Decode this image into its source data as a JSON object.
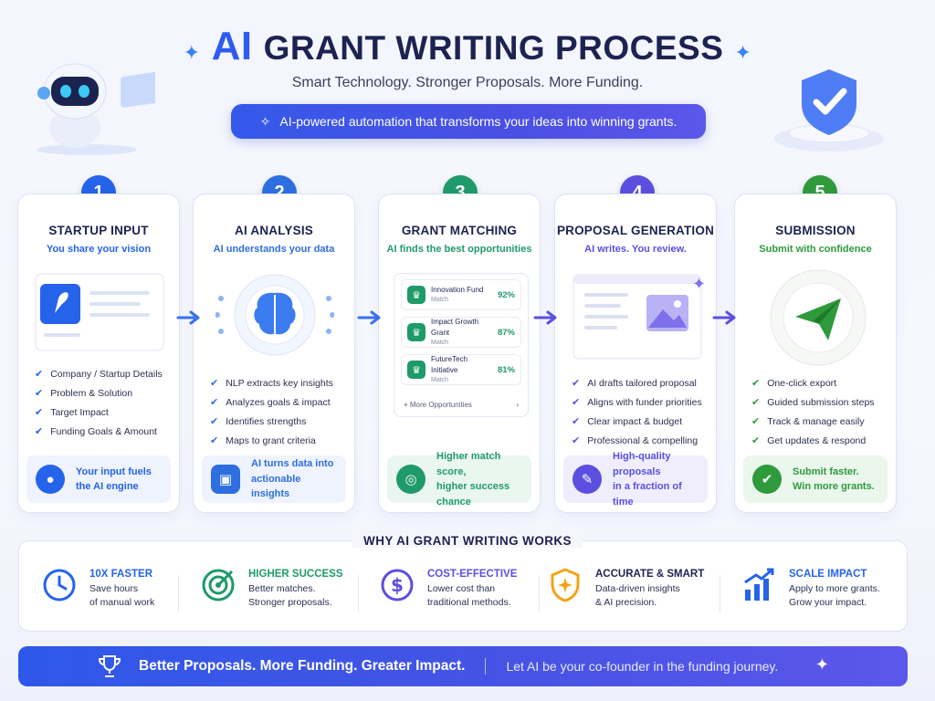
{
  "header": {
    "title_ai": "AI",
    "title_rest": "GRANT WRITING PROCESS",
    "subtitle": "Smart Technology. Stronger Proposals. More Funding.",
    "banner": "AI-powered automation that transforms your ideas into winning grants."
  },
  "colors": {
    "step1": "#2563eb",
    "step2": "#2d6fe0",
    "step3": "#1f9a6a",
    "step4": "#5b4fe0",
    "step5": "#2e9a3c"
  },
  "steps": [
    {
      "number": "1",
      "title": "STARTUP INPUT",
      "subtitle": "You share your vision",
      "bullets": [
        "Company / Startup Details",
        "Problem & Solution",
        "Target Impact",
        "Funding Goals & Amount"
      ],
      "footer": [
        "Your input fuels",
        "the AI engine"
      ],
      "footer_icon": "user-icon"
    },
    {
      "number": "2",
      "title": "AI ANALYSIS",
      "subtitle": "AI understands your data",
      "bullets": [
        "NLP extracts key insights",
        "Analyzes goals & impact",
        "Identifies strengths",
        "Maps to grant criteria"
      ],
      "footer": [
        "AI turns data into",
        "actionable insights"
      ],
      "footer_icon": "chip-icon"
    },
    {
      "number": "3",
      "title": "GRANT MATCHING",
      "subtitle": "AI finds the best opportunities",
      "matches": [
        {
          "name": "Innovation Fund",
          "label": "Match",
          "pct": "92%"
        },
        {
          "name": "Impact Growth Grant",
          "label": "Match",
          "pct": "87%"
        },
        {
          "name": "FutureTech Initiative",
          "label": "Match",
          "pct": "81%"
        }
      ],
      "more": "+ More Opportunities",
      "footer": [
        "Higher match score,",
        "higher success chance"
      ],
      "footer_icon": "target-icon"
    },
    {
      "number": "4",
      "title": "PROPOSAL GENERATION",
      "subtitle": "AI writes. You review.",
      "bullets": [
        "AI drafts tailored proposal",
        "Aligns with funder priorities",
        "Clear impact & budget",
        "Professional & compelling"
      ],
      "footer": [
        "High-quality proposals",
        "in a fraction of time"
      ],
      "footer_icon": "pencil-icon"
    },
    {
      "number": "5",
      "title": "SUBMISSION",
      "subtitle": "Submit with confidence",
      "bullets": [
        "One-click export",
        "Guided submission steps",
        "Track & manage easily",
        "Get updates & respond"
      ],
      "footer": [
        "Submit faster.",
        "Win more grants."
      ],
      "footer_icon": "check-icon"
    }
  ],
  "why": {
    "title": "WHY AI GRANT WRITING WORKS",
    "items": [
      {
        "title": "10X FASTER",
        "desc": [
          "Save hours",
          "of manual work"
        ],
        "color": "#2563eb",
        "icon": "clock-icon"
      },
      {
        "title": "HIGHER SUCCESS",
        "desc": [
          "Better matches.",
          "Stronger proposals."
        ],
        "color": "#1f9a6a",
        "icon": "target-icon"
      },
      {
        "title": "COST-EFFECTIVE",
        "desc": [
          "Lower cost than",
          "traditional methods."
        ],
        "color": "#5b4fe0",
        "icon": "dollar-icon"
      },
      {
        "title": "ACCURATE & SMART",
        "desc": [
          "Data-driven insights",
          "& AI precision."
        ],
        "color": "#1d2351",
        "icon": "shield-icon"
      },
      {
        "title": "SCALE IMPACT",
        "desc": [
          "Apply to more grants.",
          "Grow your impact."
        ],
        "color": "#2563eb",
        "icon": "chart-icon"
      }
    ]
  },
  "bottom": {
    "tagline": "Better Proposals. More Funding. Greater Impact.",
    "cta": "Let AI be your co-founder in the funding journey."
  }
}
